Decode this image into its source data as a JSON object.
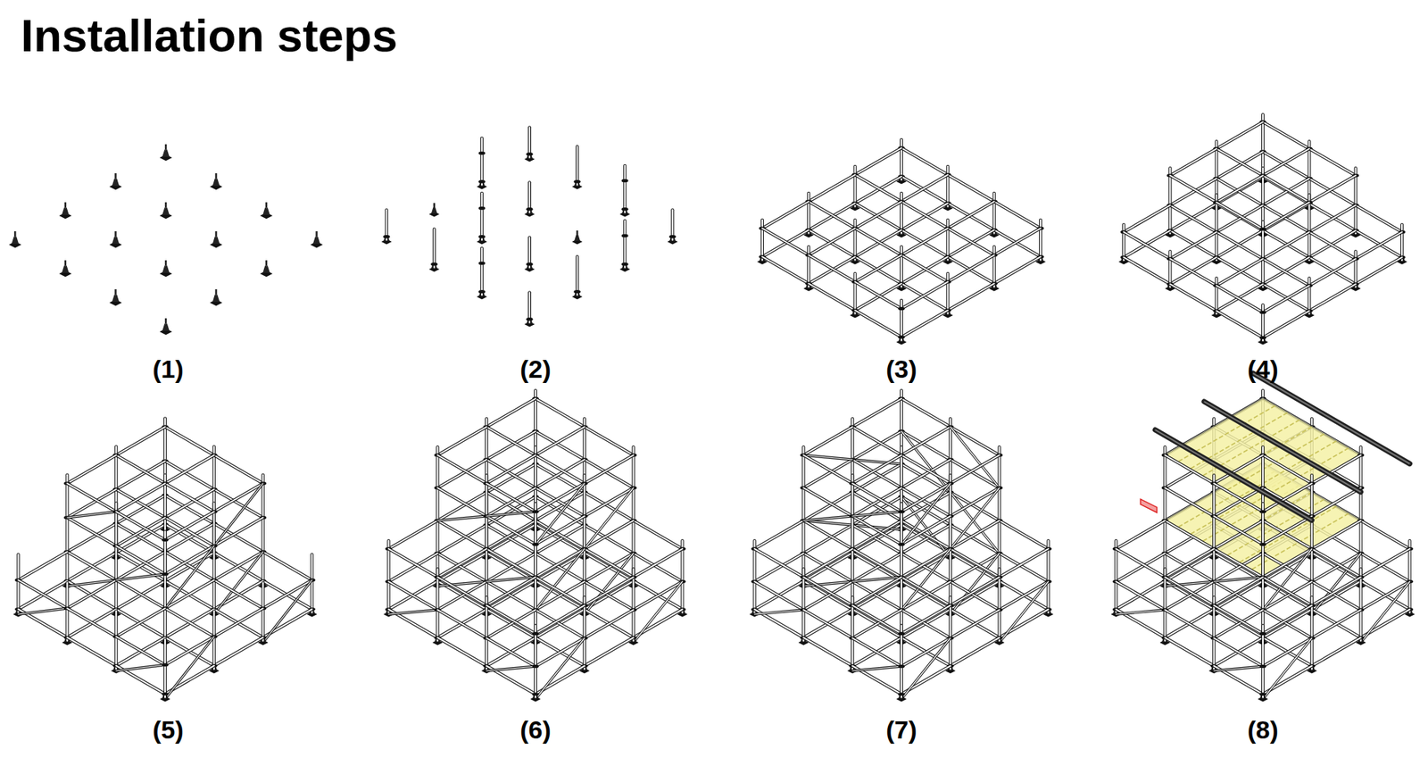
{
  "diagram": {
    "title": "Installation steps",
    "labels": [
      "(1)",
      "(2)",
      "(3)",
      "(4)",
      "(5)",
      "(6)",
      "(7)",
      "(8)"
    ]
  }
}
